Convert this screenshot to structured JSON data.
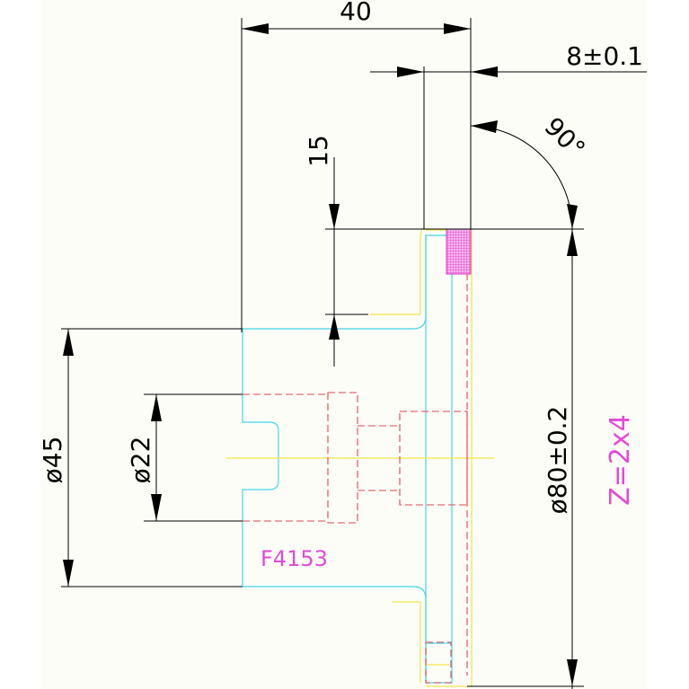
{
  "colors": {
    "paper": "#fdfdf8",
    "dimension": "#000000",
    "outline": "#45d6e6",
    "hidden": "#e0464a",
    "centerline": "#f2e64a",
    "annotation": "#e24ad6",
    "hatch": "#e030c8"
  },
  "dimensions": {
    "width_top": "40",
    "thickness": "8±0.1",
    "offset": "15",
    "angle": "90°",
    "diameter_flange": "ø80±0.2",
    "diameter_hub": "ø45",
    "diameter_bore": "ø22"
  },
  "annotations": {
    "part_number": "F4153",
    "teeth": "Z=2x4"
  }
}
